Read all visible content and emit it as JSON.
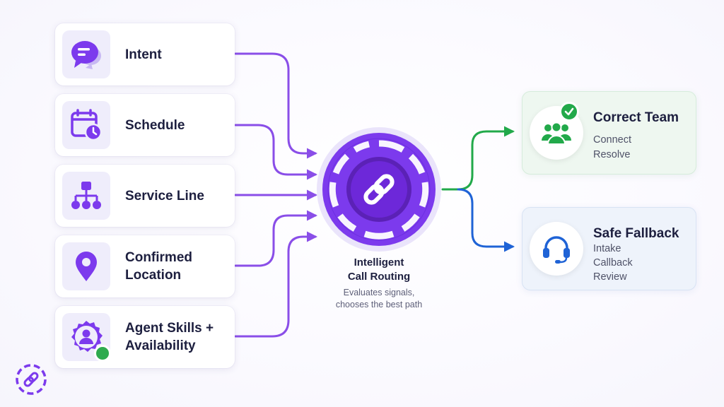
{
  "inputs": [
    {
      "label": "Intent",
      "icon": "chat-bubble-icon"
    },
    {
      "label": "Schedule",
      "icon": "calendar-clock-icon"
    },
    {
      "label": "Service Line",
      "icon": "hierarchy-icon"
    },
    {
      "label": "Confirmed\nLocation",
      "icon": "location-pin-icon"
    },
    {
      "label": "Agent Skills +\nAvailability",
      "icon": "agent-badge-icon"
    }
  ],
  "hub": {
    "title": "Intelligent\nCall Routing",
    "subtitle": "Evaluates signals,\nchooses the best path",
    "icon": "link-icon"
  },
  "outputs": [
    {
      "title": "Correct Team",
      "lines": [
        "Connect",
        "Resolve"
      ],
      "icon": "team-icon",
      "badge": "check-icon",
      "color": "#22a94a"
    },
    {
      "title": "Safe Fallback",
      "lines": [
        "Intake",
        "Callback",
        "Review"
      ],
      "icon": "headset-icon",
      "color": "#1f63d6"
    }
  ],
  "colors": {
    "accent": "#7c3aed",
    "accent_dark": "#5b21b6",
    "input_connector": "#8a4ee8",
    "success": "#22a94a",
    "fallback": "#1f63d6",
    "text": "#1d1f3f"
  },
  "logo": {
    "icon": "link-logo-icon"
  }
}
